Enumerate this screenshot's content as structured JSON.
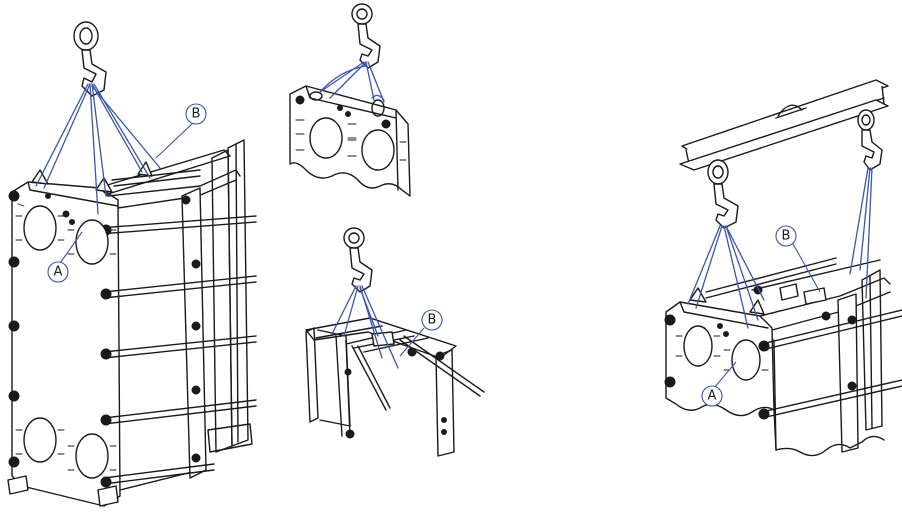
{
  "colors": {
    "sling": "#3a55b0",
    "callout": "#3a55b0",
    "ink": "#1a1a1a"
  },
  "labels": {
    "fig1_A": "A",
    "fig1_B": "B",
    "fig3_B": "B",
    "fig4_A": "A",
    "fig4_B": "B"
  }
}
